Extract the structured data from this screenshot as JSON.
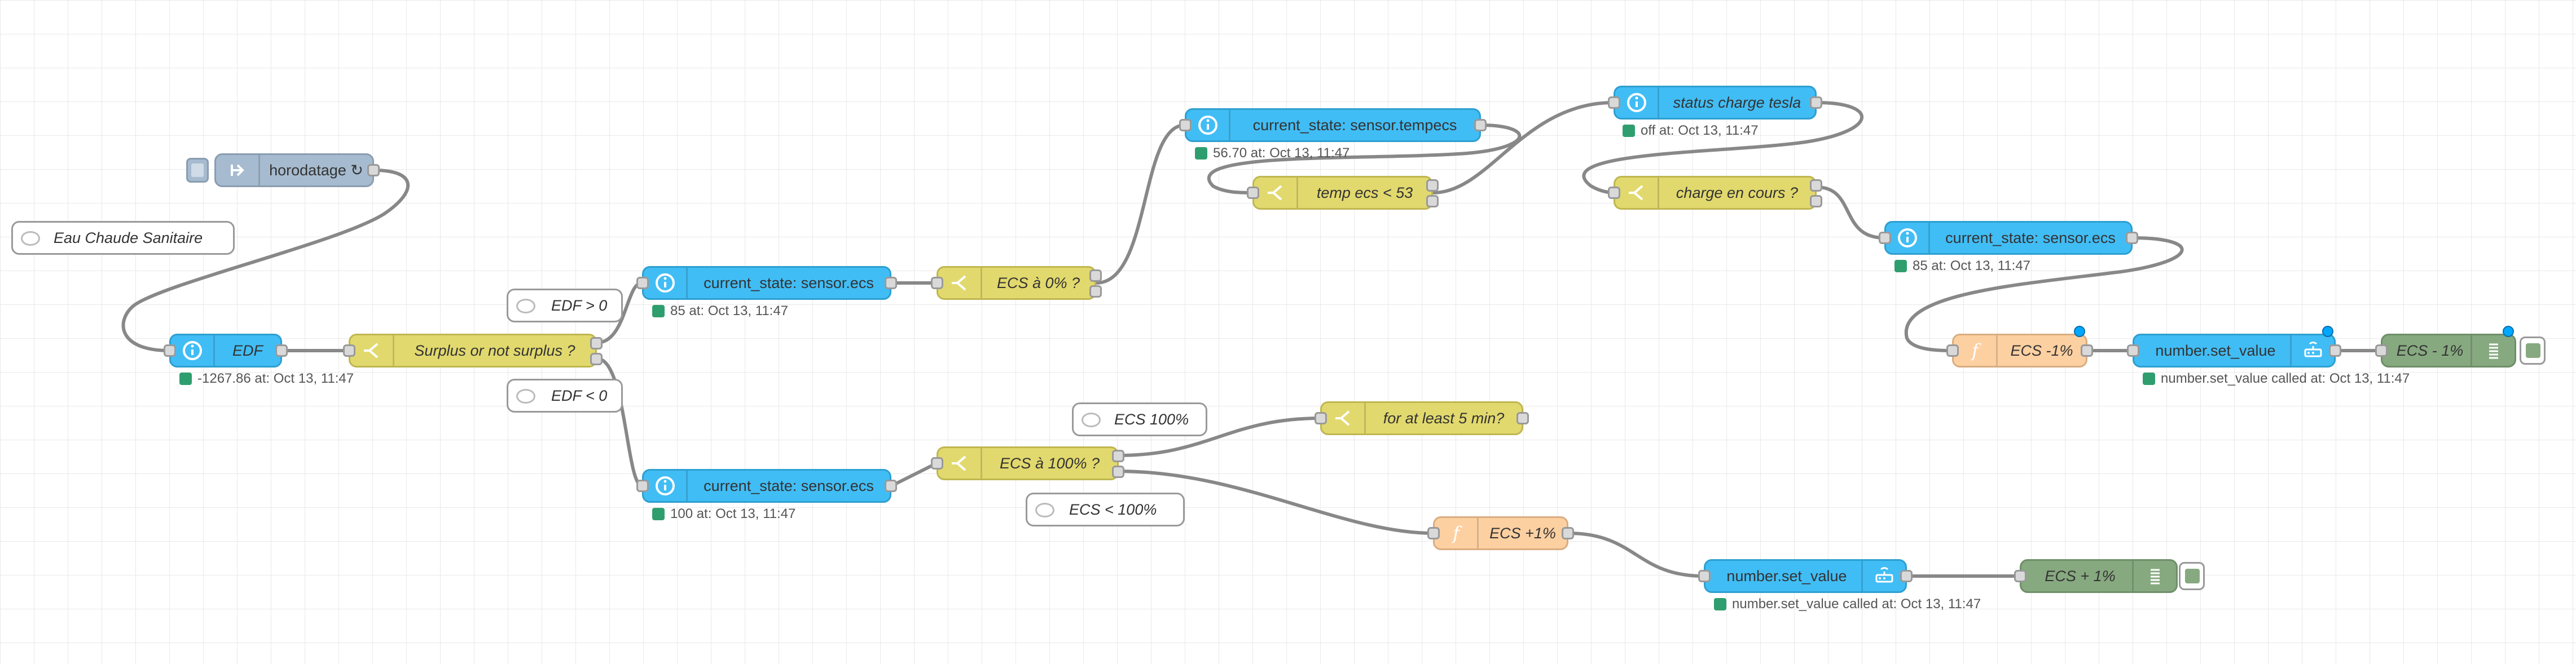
{
  "canvas": {
    "background": "#ffffff",
    "grid_color": "#e9e9e9",
    "wire_color": "#888888"
  },
  "colors": {
    "inject": "#a6bbcf",
    "home_assistant": "#41bdf5",
    "switch": "#e2d96e",
    "function": "#fdd0a2",
    "debug": "#87a980",
    "status_ok": "#2f9e6e",
    "changed_marker": "#00a7ff"
  },
  "comments": {
    "eau_chaude": "Eau Chaude Sanitaire",
    "edf_gt0": "EDF > 0",
    "edf_lt0": "EDF < 0",
    "ecs_100": "ECS 100%",
    "ecs_lt100": "ECS < 100%"
  },
  "nodes": {
    "horodatage": {
      "label": "horodatage ↻",
      "icon": "arrow-right-icon"
    },
    "edf": {
      "label": "EDF",
      "icon": "info-icon",
      "status": "-1267.86 at: Oct 13, 11:47"
    },
    "surplus": {
      "label": "Surplus or not surplus ?",
      "icon": "switch-icon"
    },
    "ecs_state_top": {
      "label": "current_state: sensor.ecs",
      "icon": "info-icon",
      "status": "85 at: Oct 13, 11:47"
    },
    "ecs_state_bottom": {
      "label": "current_state: sensor.ecs",
      "icon": "info-icon",
      "status": "100 at: Oct 13, 11:47"
    },
    "ecs_0": {
      "label": "ECS à 0% ?",
      "icon": "switch-icon"
    },
    "ecs_100_switch": {
      "label": "ECS à 100% ?",
      "icon": "switch-icon"
    },
    "tempecs": {
      "label": "current_state: sensor.tempecs",
      "icon": "info-icon",
      "status": "56.70 at: Oct 13, 11:47"
    },
    "temp_lt_53": {
      "label": "temp ecs < 53",
      "icon": "switch-icon"
    },
    "tesla": {
      "label": "status charge tesla",
      "icon": "info-icon",
      "status": "off at: Oct 13, 11:47"
    },
    "charge": {
      "label": "charge en cours ?",
      "icon": "switch-icon"
    },
    "ecs_state_right": {
      "label": "current_state: sensor.ecs",
      "icon": "info-icon",
      "status": "85 at: Oct 13, 11:47"
    },
    "ecs_minus": {
      "label": "ECS -1%",
      "icon": "function-icon"
    },
    "set_value_top": {
      "label": "number.set_value",
      "icon": "remote-icon",
      "status": "number.set_value called at: Oct 13, 11:47"
    },
    "debug_minus": {
      "label": "ECS - 1%",
      "icon": "list-icon"
    },
    "five_min": {
      "label": "for at least 5 min?",
      "icon": "switch-icon"
    },
    "ecs_plus": {
      "label": "ECS +1%",
      "icon": "function-icon"
    },
    "set_value_bottom": {
      "label": "number.set_value",
      "icon": "remote-icon",
      "status": "number.set_value called at: Oct 13, 11:47"
    },
    "debug_plus": {
      "label": "ECS + 1%",
      "icon": "list-icon"
    }
  }
}
